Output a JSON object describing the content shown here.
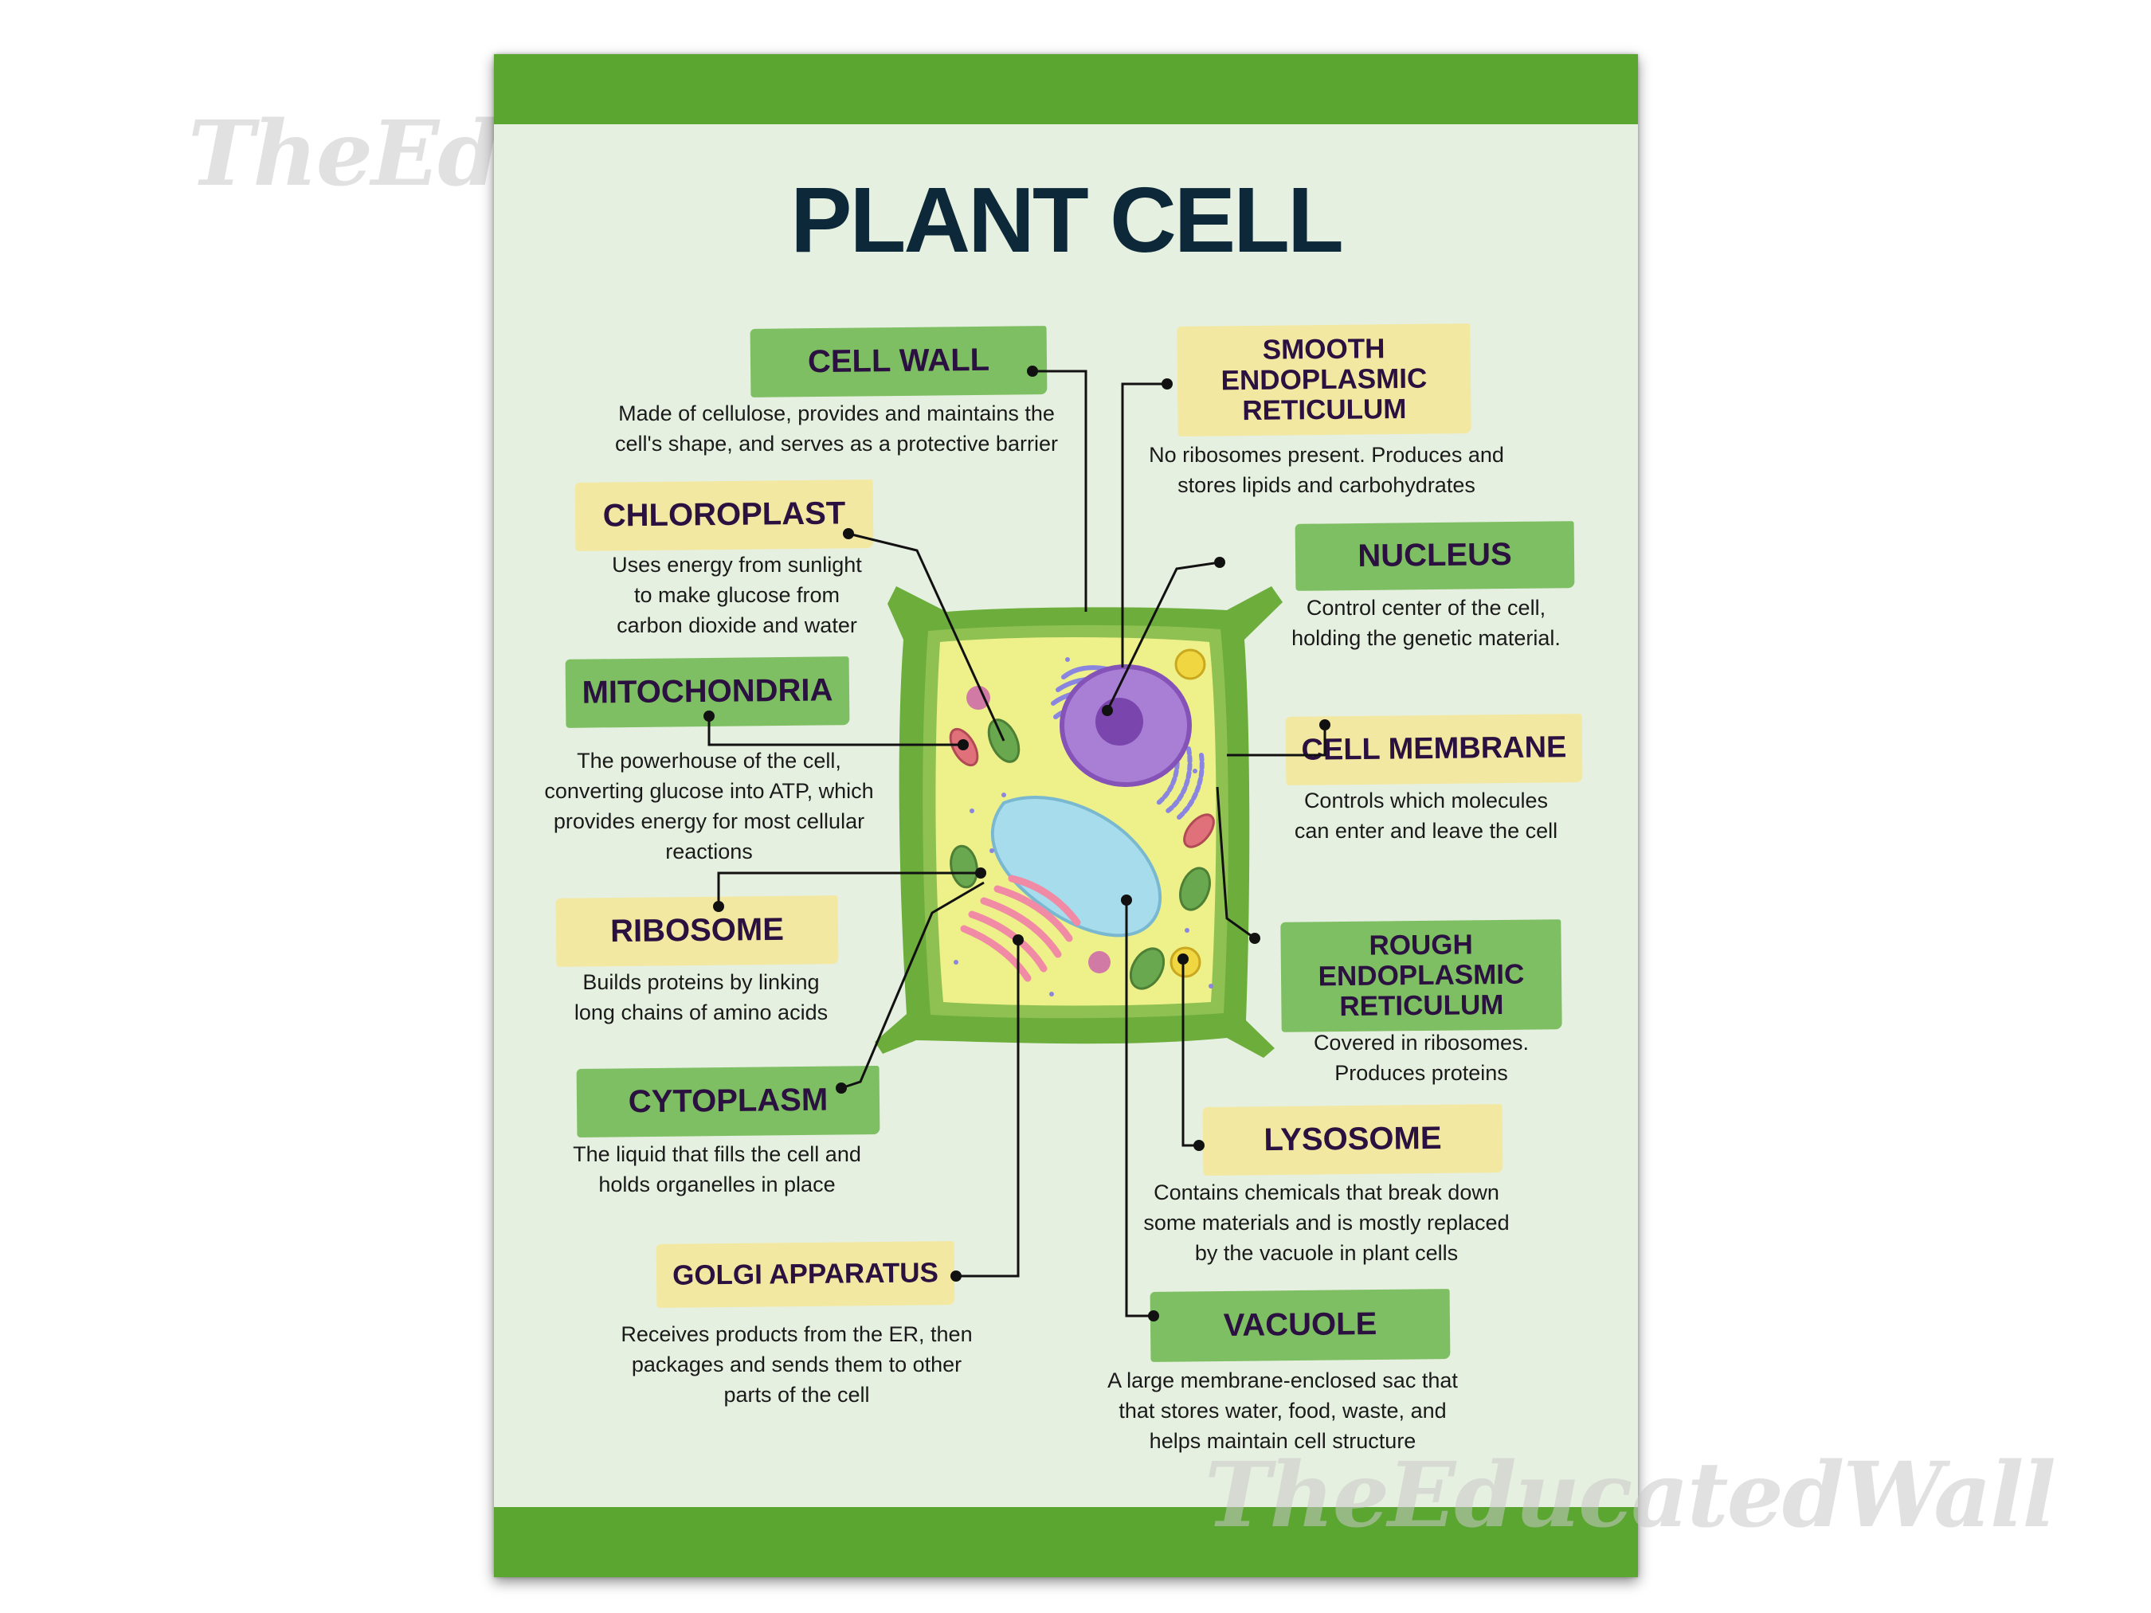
{
  "title": "PLANT CELL",
  "watermark": "TheEducatedWall",
  "colors": {
    "band": "#5aa630",
    "background": "#e6f0e0",
    "label_green": "#7fbf63",
    "label_yellow": "#f3e8a2",
    "title": "#0d2838"
  },
  "parts": {
    "cell_wall": {
      "name": "CELL WALL",
      "desc": [
        "Made of cellulose, provides and maintains the",
        "cell's shape, and serves as a protective barrier"
      ]
    },
    "chloroplast": {
      "name": "CHLOROPLAST",
      "desc": [
        "Uses energy from sunlight",
        "to make glucose from",
        "carbon dioxide and water"
      ]
    },
    "mitochondria": {
      "name": "MITOCHONDRIA",
      "desc": [
        "The powerhouse of the cell,",
        "converting glucose into ATP, which",
        "provides energy for most cellular",
        "reactions"
      ]
    },
    "ribosome": {
      "name": "RIBOSOME",
      "desc": [
        "Builds proteins by linking",
        "long chains of amino acids"
      ]
    },
    "cytoplasm": {
      "name": "CYTOPLASM",
      "desc": [
        "The liquid that fills the cell and",
        "holds organelles in place"
      ]
    },
    "golgi": {
      "name": "GOLGI APPARATUS",
      "desc": [
        "Receives products from the ER, then",
        "packages and sends them to other",
        "parts of the cell"
      ]
    },
    "smooth_er": {
      "name": [
        "SMOOTH",
        "ENDOPLASMIC",
        "RETICULUM"
      ],
      "desc": [
        "No ribosomes present. Produces and",
        "stores lipids and carbohydrates"
      ]
    },
    "nucleus": {
      "name": "NUCLEUS",
      "desc": [
        "Control center of the cell,",
        "holding the genetic material."
      ]
    },
    "cell_membrane": {
      "name": "CELL MEMBRANE",
      "desc": [
        "Controls which molecules",
        "can enter and leave the cell"
      ]
    },
    "rough_er": {
      "name": [
        "ROUGH",
        "ENDOPLASMIC",
        "RETICULUM"
      ],
      "desc": [
        "Covered in ribosomes.",
        "Produces proteins"
      ]
    },
    "lysosome": {
      "name": "LYSOSOME",
      "desc": [
        "Contains chemicals that break down",
        "some materials and is mostly replaced",
        "by the vacuole in plant cells"
      ]
    },
    "vacuole": {
      "name": "VACUOLE",
      "desc": [
        "A large membrane-enclosed sac that",
        "that stores water, food, waste, and",
        "helps maintain cell structure"
      ]
    }
  }
}
